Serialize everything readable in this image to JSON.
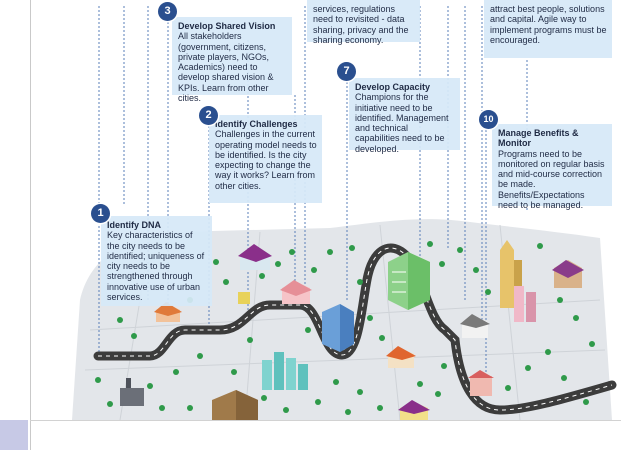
{
  "steps": [
    {
      "number": "1",
      "title": "Identify DNA",
      "body": "Key characteristics of the city needs to be identified; uniqueness of city needs to be strengthened through innovative use of urban services."
    },
    {
      "number": "2",
      "title": "Identify Challenges",
      "body": "Challenges in the current operating model needs to be identified. Is the city expecting to change the way it works? Learn from other cities."
    },
    {
      "number": "3",
      "title": "Develop Shared Vision",
      "body": "All stakeholders (government, citizens, private players, NGOs, Academics) need to develop shared vision & KPIs. Learn from other cities."
    },
    {
      "number": "",
      "title": "",
      "body": "services, regulations need to revisited - data sharing, privacy and the sharing economy."
    },
    {
      "number": "7",
      "title": "Develop Capacity",
      "body": "Champions for the initiative need to be identified. Management and technical capabilities need to be developed."
    },
    {
      "number": "",
      "title": "",
      "body": "attract best people, solutions and capital. Agile way to implement programs must be encouraged."
    },
    {
      "number": "10",
      "title": "Manage Benefits & Monitor",
      "body": "Programs need to be monitored on regular basis and mid-course correction be made. Benefits/Expectations need to be managed."
    }
  ],
  "colors": {
    "badge": "#2a4f8f",
    "card": "#d6e8f8",
    "road": "#3c3c3c",
    "ground": "#e3e6ea",
    "tree": "#2f9a4a"
  }
}
